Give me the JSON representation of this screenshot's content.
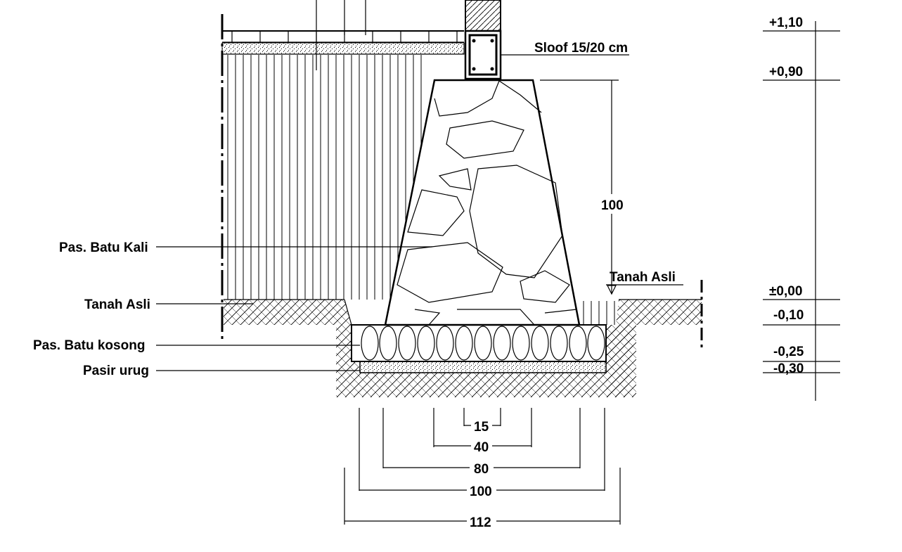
{
  "labels": {
    "sloof": "Sloof 15/20 cm",
    "batu_kali": "Pas. Batu Kali",
    "tanah_asli_left": "Tanah Asli",
    "tanah_asli_right": "Tanah Asli",
    "batu_kosong": "Pas. Batu kosong",
    "pasir_urug": "Pasir urug"
  },
  "levels": [
    "+1,10",
    "+0,90",
    "±0,00",
    "-0,10",
    "-0,25",
    "-0,30"
  ],
  "dimensions": {
    "height": "100",
    "widths": [
      "15",
      "40",
      "80",
      "100",
      "112"
    ]
  }
}
